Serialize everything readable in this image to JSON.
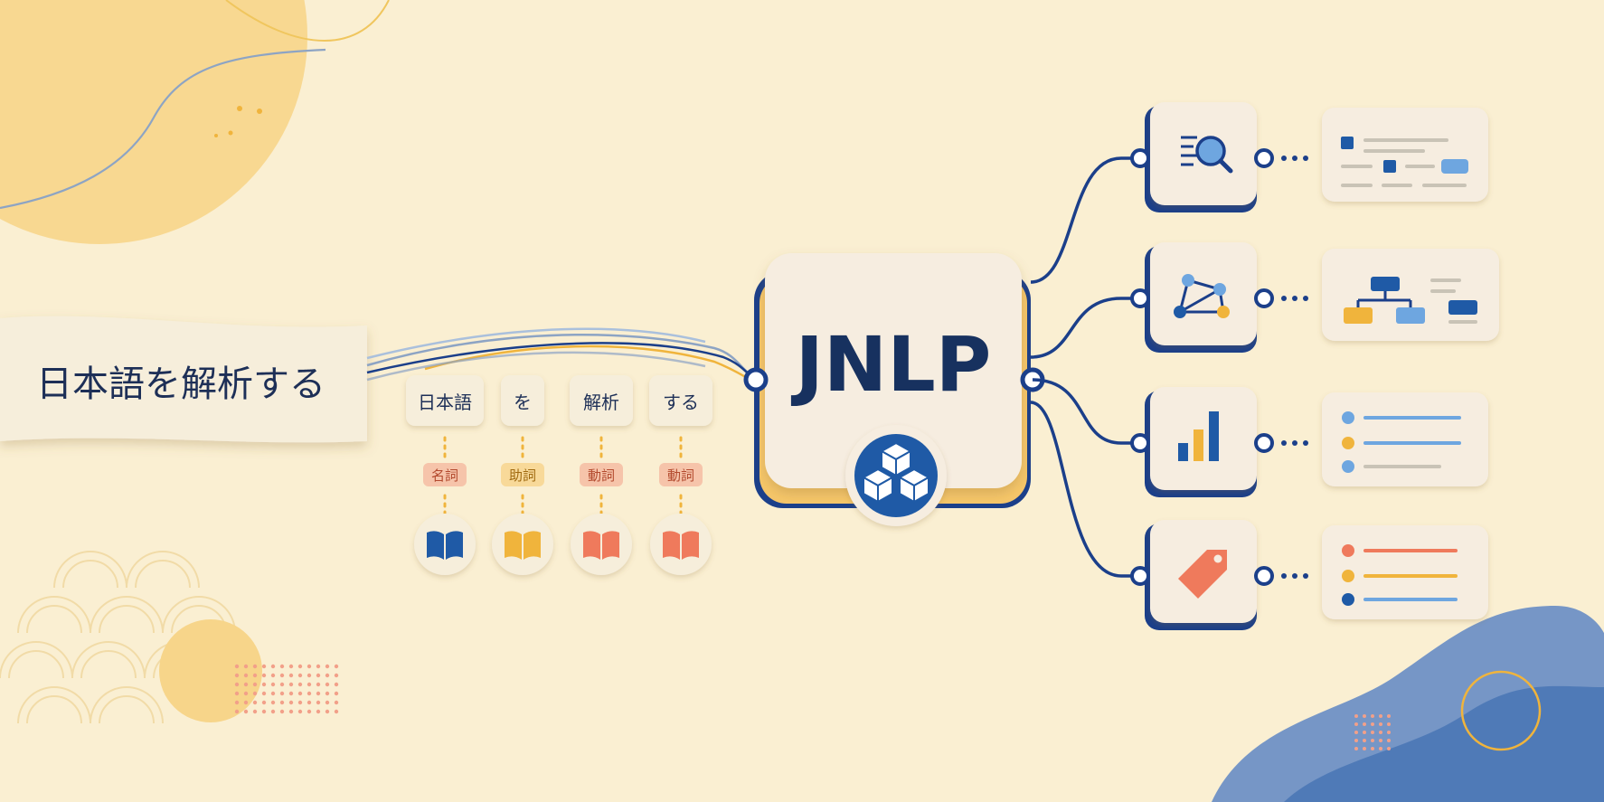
{
  "banner": {
    "text": "日本語を解析する"
  },
  "hub": {
    "title": "JNLP"
  },
  "tokens": [
    {
      "surface": "日本語",
      "pos": "名詞",
      "color": "#f2a089",
      "book_color": "#1f5aa6",
      "pos_text_color": "#b34a2e"
    },
    {
      "surface": "を",
      "pos": "助詞",
      "color": "#f5c66a",
      "book_color": "#f0b43c",
      "pos_text_color": "#a06a10"
    },
    {
      "surface": "解析",
      "pos": "動詞",
      "color": "#f2a089",
      "book_color": "#ef7a5c",
      "pos_text_color": "#b34a2e"
    },
    {
      "surface": "する",
      "pos": "動詞",
      "color": "#f2a089",
      "book_color": "#ef7a5c",
      "pos_text_color": "#b34a2e"
    }
  ],
  "outputs": [
    {
      "icon": "search-icon"
    },
    {
      "icon": "graph-icon"
    },
    {
      "icon": "bar-chart-icon"
    },
    {
      "icon": "tag-icon"
    }
  ],
  "colors": {
    "background": "#faefd2",
    "navy": "#1b3f8a",
    "blue": "#1f5aa6",
    "light_blue": "#6ea6e0",
    "yellow": "#f0b43c",
    "coral": "#ef7a5c",
    "card": "#f7efdf"
  }
}
